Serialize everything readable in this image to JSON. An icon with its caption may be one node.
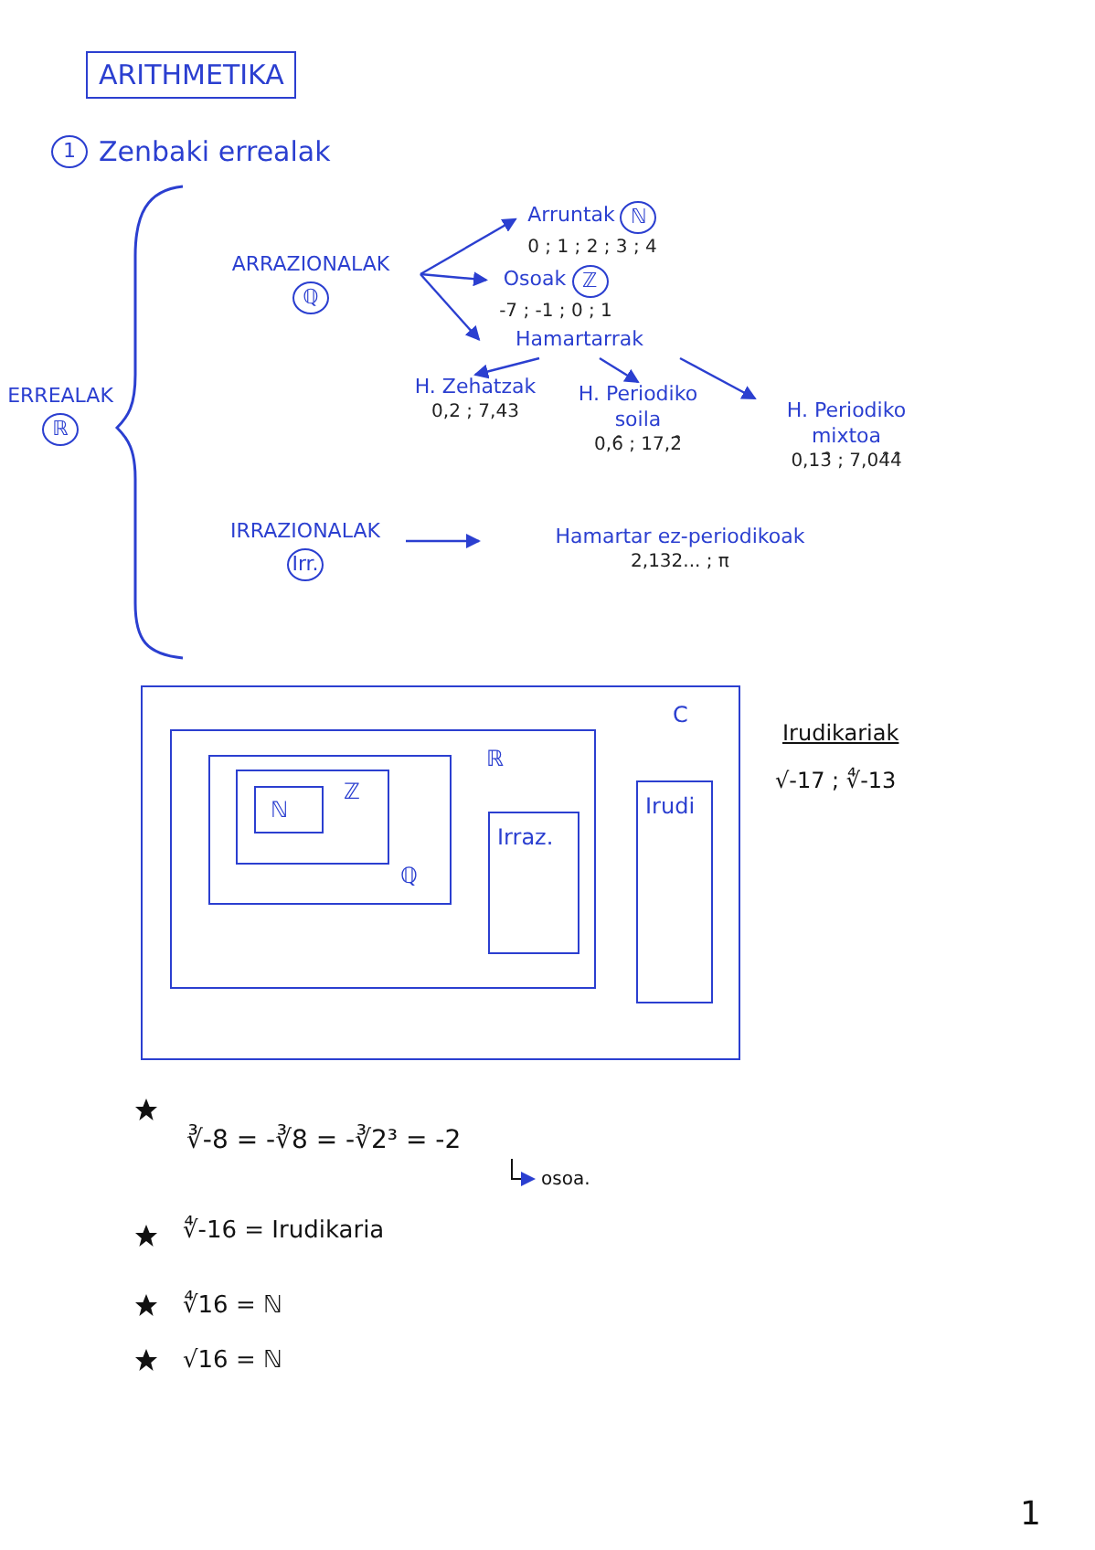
{
  "diagram": {
    "title": "ARITHMETIKA",
    "nodes": [
      {
        "text": [
          "1"
        ]
      },
      {
        "text": [
          "ERREALAK",
          "ℝ"
        ]
      },
      {
        "text": [
          "ARRAZIONALAK",
          "ℚ"
        ]
      },
      {
        "text": [
          "Arruntak",
          "ℕ"
        ],
        "beside": [
          "0 ; 1 ; 2 ; 3 ; 4"
        ]
      },
      {
        "text": [
          "Osoak",
          "ℤ"
        ],
        "beside": [
          "-7 ; -1 ; 0 ; 1"
        ]
      },
      {
        "text": [
          "Hamartarrak"
        ]
      },
      {
        "text": [
          "H. Zehatzak"
        ],
        "beside": [
          "0,2 ; 7,43"
        ]
      },
      {
        "text": [
          "H. Periodiko soila"
        ],
        "beside": [
          "0,6̑ ; 17,2̑"
        ]
      },
      {
        "text": [
          "H. Periodiko mixtoa"
        ],
        "beside": [
          "0,13̑ ; 7,04̑4̑"
        ]
      },
      {
        "text": [
          "IRRAZIONALAK",
          "Irr."
        ]
      },
      {
        "text": [
          "Hamartar ez-periodikoak"
        ],
        "beside": [
          "2,132... ; π"
        ]
      },
      {
        "text": [
          "C"
        ]
      },
      {
        "text": [
          "ℝ"
        ],
        "in": 11
      },
      {
        "text": [
          "ℚ"
        ],
        "in": 12
      },
      {
        "text": [
          "ℤ"
        ],
        "in": 13
      },
      {
        "text": [
          "ℕ"
        ],
        "in": 14
      },
      {
        "text": [
          "Irraz."
        ],
        "in": 12
      },
      {
        "text": [
          "Irudi"
        ],
        "in": 11
      }
    ],
    "edges": [
      {
        "from": 2,
        "to": 3,
        "arrow": "to"
      },
      {
        "from": 2,
        "to": 4,
        "arrow": "to"
      },
      {
        "from": 2,
        "to": 5,
        "arrow": "to"
      },
      {
        "from": 5,
        "to": 6,
        "arrow": "to"
      },
      {
        "from": 5,
        "to": 7,
        "arrow": "to"
      },
      {
        "from": 5,
        "to": 8,
        "arrow": "to"
      },
      {
        "from": 9,
        "to": 10,
        "arrow": "to"
      }
    ],
    "labels": [
      "Zenbaki errealak",
      "Irudikariak",
      "√-17 ; ∜-13",
      "∛-8 = -∛8 = -∛2³ = -2",
      "osoa.",
      "∜-16 = Irudikaria",
      "∜16 = ℕ",
      "√16 = ℕ",
      "1"
    ]
  }
}
